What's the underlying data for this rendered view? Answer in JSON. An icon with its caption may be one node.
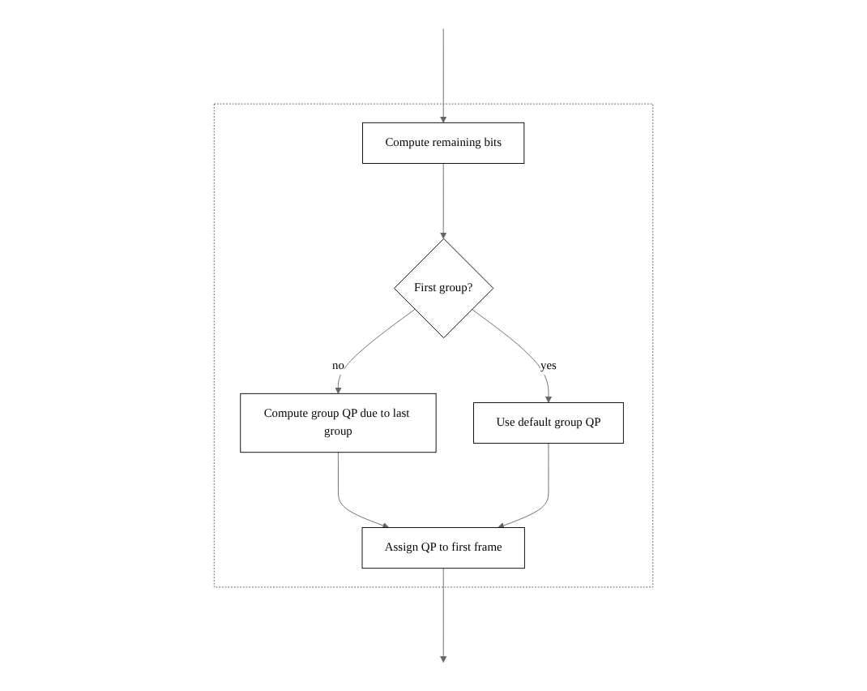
{
  "diagram": {
    "nodes": [
      {
        "text": [],
        "shape": "box"
      },
      {
        "text": [
          "Compute remaining bits"
        ],
        "in": 0
      },
      {
        "text": [
          "First group?"
        ],
        "in": 0
      },
      {
        "text": [
          "Compute group QP due to last group"
        ],
        "in": 0
      },
      {
        "text": [
          "Use default group QP"
        ],
        "in": 0
      },
      {
        "text": [
          "Assign QP to first frame"
        ],
        "in": 0
      }
    ],
    "edges": [
      {
        "from": null,
        "to": 1,
        "arrow": "to"
      },
      {
        "from": 1,
        "to": 2,
        "arrow": "to"
      },
      {
        "from": 2,
        "to": 3,
        "arrow": "to",
        "label": "no"
      },
      {
        "from": 2,
        "to": 4,
        "arrow": "to",
        "label": "yes"
      },
      {
        "from": 3,
        "to": 5,
        "arrow": "to"
      },
      {
        "from": 4,
        "to": 5,
        "arrow": "to"
      },
      {
        "from": 5,
        "to": null,
        "arrow": "to"
      }
    ]
  }
}
